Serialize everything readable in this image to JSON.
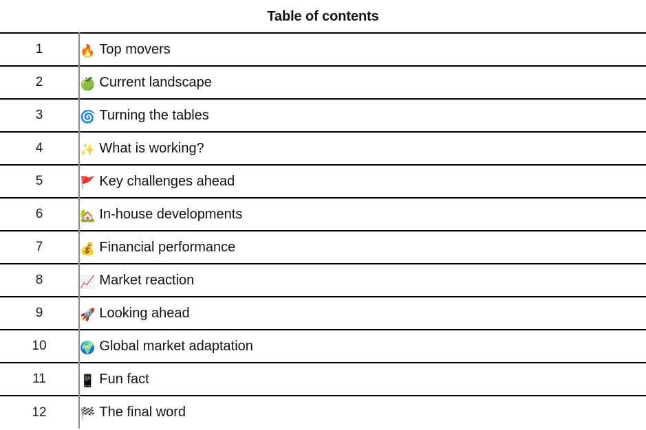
{
  "document": {
    "title": "Table of contents",
    "background_color": "#ffffff",
    "text_color": "#111111",
    "rule_color": "#000000",
    "divider_color": "#8a8a8a"
  },
  "table": {
    "columns": [
      "number",
      "section"
    ],
    "rows": [
      {
        "number": "1",
        "emoji": "🔥",
        "emoji_name": "fire-emoji",
        "label": "Top movers"
      },
      {
        "number": "2",
        "emoji": "🍏",
        "emoji_name": "green-apple-emoji",
        "label": "Current landscape"
      },
      {
        "number": "3",
        "emoji": "🌀",
        "emoji_name": "cyclone-emoji",
        "label": "Turning the tables"
      },
      {
        "number": "4",
        "emoji": "✨",
        "emoji_name": "sparkles-emoji",
        "label": "What is working?"
      },
      {
        "number": "5",
        "emoji": "🚩",
        "emoji_name": "triangular-flag-emoji",
        "label": "Key challenges ahead"
      },
      {
        "number": "6",
        "emoji": "🏡",
        "emoji_name": "house-with-garden-emoji",
        "label": "In-house developments"
      },
      {
        "number": "7",
        "emoji": "💰",
        "emoji_name": "money-bag-emoji",
        "label": "Financial performance"
      },
      {
        "number": "8",
        "emoji": "📈",
        "emoji_name": "chart-increasing-emoji",
        "label": "Market reaction"
      },
      {
        "number": "9",
        "emoji": "🚀",
        "emoji_name": "rocket-emoji",
        "label": "Looking ahead"
      },
      {
        "number": "10",
        "emoji": "🌍",
        "emoji_name": "globe-europe-africa-emoji",
        "label": "Global market adaptation"
      },
      {
        "number": "11",
        "emoji": "📱",
        "emoji_name": "mobile-phone-emoji",
        "label": "Fun fact"
      },
      {
        "number": "12",
        "emoji": "🏁",
        "emoji_name": "chequered-flag-emoji",
        "label": "The final word"
      }
    ]
  }
}
